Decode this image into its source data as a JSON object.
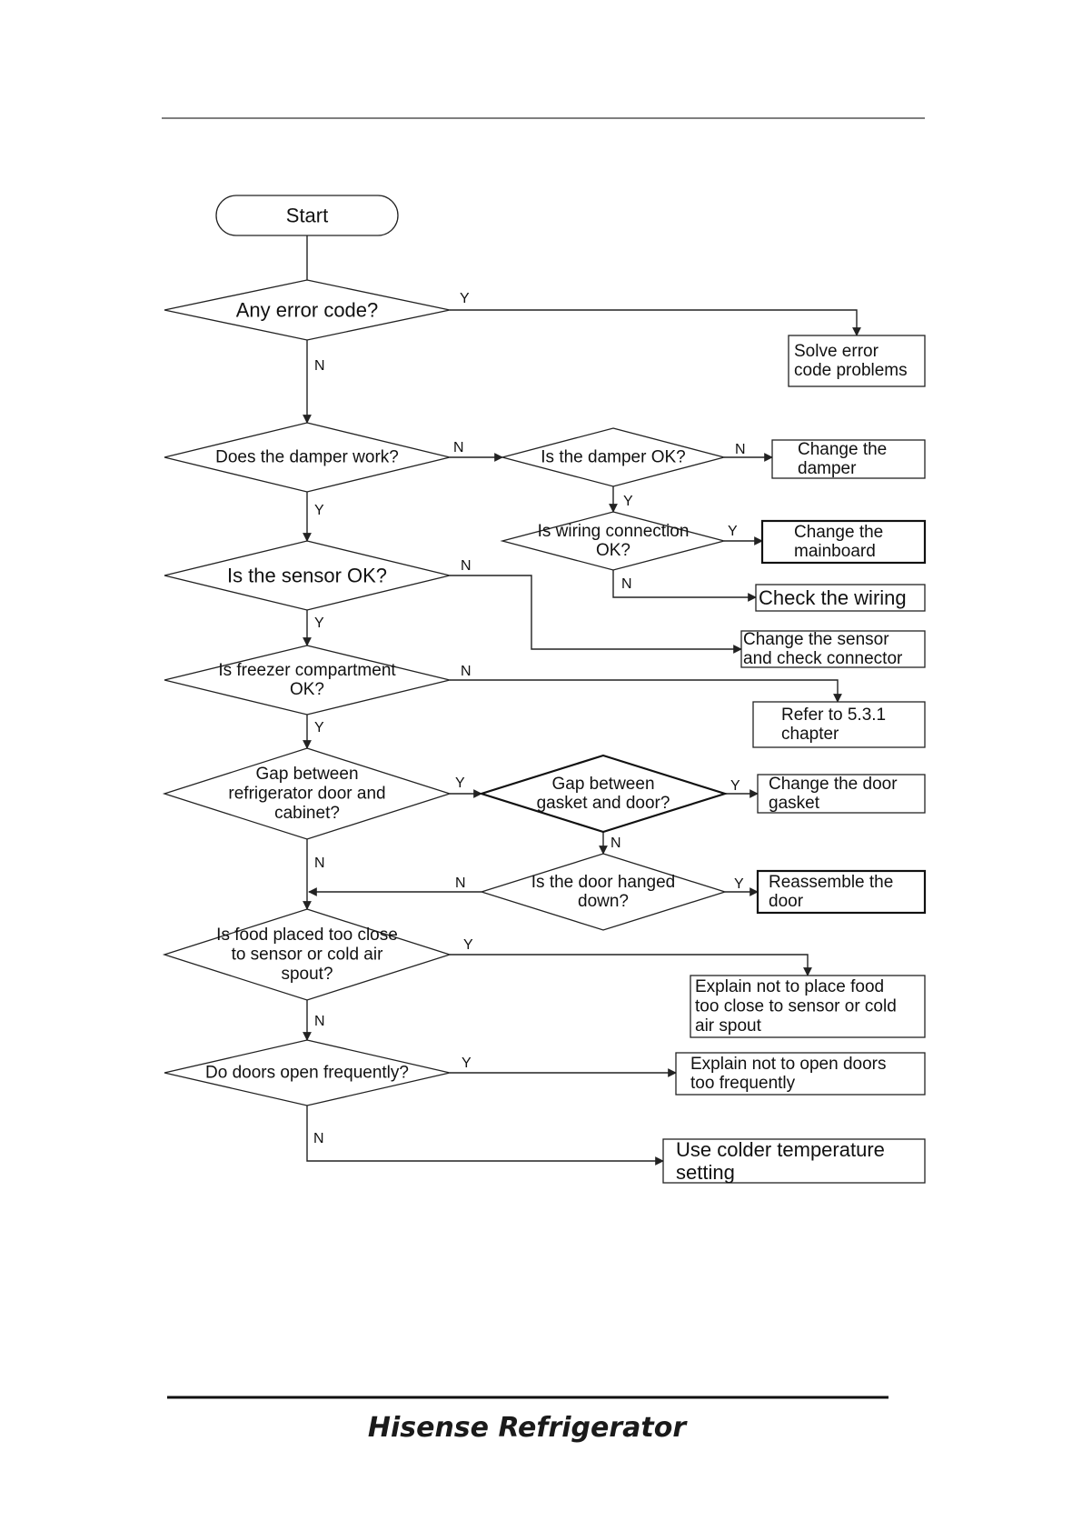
{
  "nodes": {
    "start": [
      "Start"
    ],
    "any_error_code": [
      "Any error code?"
    ],
    "solve_error_code": [
      "Solve error",
      "code problems"
    ],
    "damper_work": [
      "Does the damper work?"
    ],
    "damper_ok": [
      "Is the damper OK?"
    ],
    "change_damper": [
      "Change the",
      "damper"
    ],
    "wiring_ok": [
      "Is wiring connection",
      "OK?"
    ],
    "change_mainboard": [
      "Change the",
      "mainboard"
    ],
    "check_wiring": [
      "Check the wiring"
    ],
    "sensor_ok": [
      "Is the sensor OK?"
    ],
    "change_sensor": [
      "Change the sensor",
      "and check connector"
    ],
    "freezer_ok": [
      "Is freezer compartment",
      "OK?"
    ],
    "refer_chapter": [
      "Refer to 5.3.1",
      "chapter"
    ],
    "gap_door_cabinet": [
      "Gap between",
      "refrigerator door and",
      "cabinet?"
    ],
    "gap_gasket_door": [
      "Gap between",
      "gasket and door?"
    ],
    "change_gasket": [
      "Change the door",
      "gasket"
    ],
    "door_hanged": [
      "Is the door hanged",
      "down?"
    ],
    "reassemble_door": [
      "Reassemble the",
      "door"
    ],
    "food_close": [
      "Is food placed too close",
      "to sensor or cold air",
      "spout?"
    ],
    "explain_food": [
      "Explain not to place food",
      "too close to sensor or cold",
      "air spout"
    ],
    "doors_open": [
      "Do doors open frequently?"
    ],
    "explain_doors": [
      "Explain not to open doors",
      "too frequently"
    ],
    "colder_setting": [
      "Use colder temperature",
      "setting"
    ]
  },
  "edge_labels": {
    "error_y": "Y",
    "error_n": "N",
    "damper_work_n": "N",
    "damper_work_y": "Y",
    "damper_ok_n": "N",
    "damper_ok_y": "Y",
    "wiring_y": "Y",
    "wiring_n": "N",
    "sensor_n": "N",
    "sensor_y": "Y",
    "freezer_n": "N",
    "freezer_y": "Y",
    "gap_cabinet_y": "Y",
    "gap_cabinet_n": "N",
    "gap_gasket_y": "Y",
    "gap_gasket_n": "N",
    "door_hanged_y": "Y",
    "door_hanged_n": "N",
    "food_y": "Y",
    "food_n": "N",
    "doors_y": "Y",
    "doors_n": "N"
  },
  "footer": {
    "brand": "Hisense Refrigerator"
  }
}
